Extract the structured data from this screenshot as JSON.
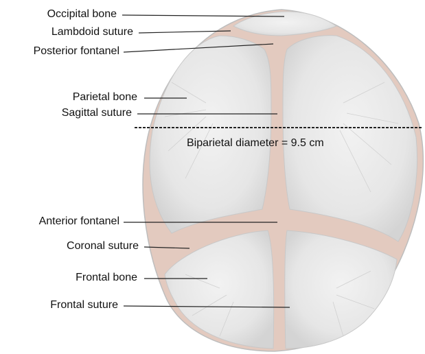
{
  "labels": {
    "occipital_bone": "Occipital bone",
    "lambdoid_suture": "Lambdoid suture",
    "posterior_fontanel": "Posterior fontanel",
    "parietal_bone": "Parietal bone",
    "sagittal_suture": "Sagittal suture",
    "biparietal_diameter": "Biparietal diameter = 9.5 cm",
    "anterior_fontanel": "Anterior fontanel",
    "coronal_suture": "Coronal suture",
    "frontal_bone": "Frontal bone",
    "frontal_suture": "Frontal suture"
  },
  "colors": {
    "bone": "#eaeaea",
    "bone_shade": "#d8d8d8",
    "suture": "#e2c8bd",
    "outline": "#b9b9b9",
    "leader": "#222222"
  }
}
